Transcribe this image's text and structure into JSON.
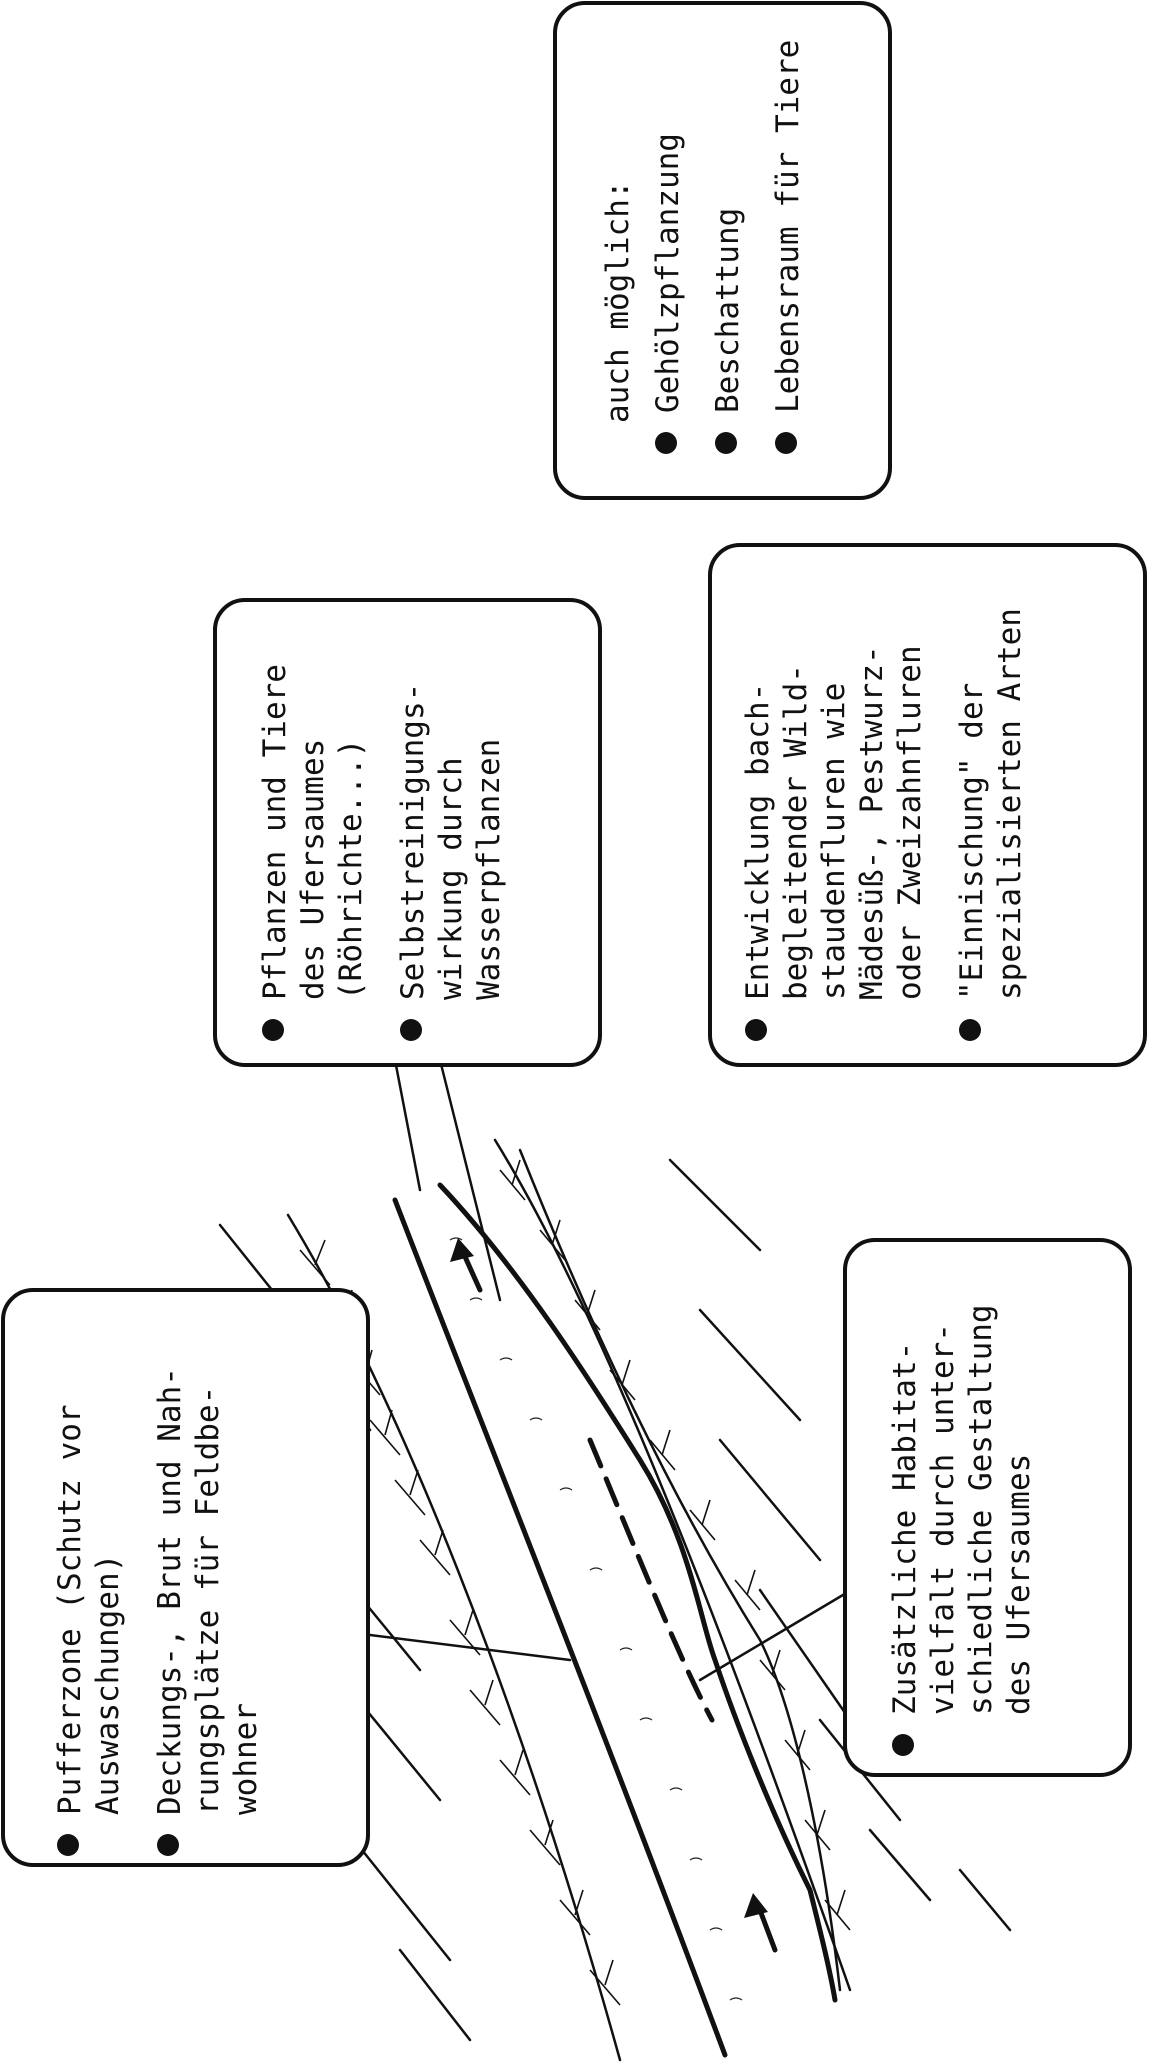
{
  "box_left": {
    "items": [
      {
        "lines": [
          "Pufferzone (Schutz vor",
          "Auswaschungen)"
        ]
      },
      {
        "lines": [
          "Deckungs-, Brut und Nah-",
          "rungsplätze für Feldbe-",
          "wohner"
        ]
      }
    ]
  },
  "box_ufersaum": {
    "items": [
      {
        "lines": [
          "Pflanzen und Tiere",
          "des Ufersaumes",
          "(Röhrichte...)"
        ]
      },
      {
        "lines": [
          "Selbstreinigungs-",
          "wirkung durch",
          "Wasserpflanzen"
        ]
      }
    ]
  },
  "box_habitat": {
    "items": [
      {
        "lines": [
          "Zusätzliche Habitat-",
          "vielfalt durch unter-",
          "schiedliche Gestaltung",
          "des Ufersaumes"
        ]
      }
    ]
  },
  "box_wildstauden": {
    "items": [
      {
        "lines": [
          "Entwicklung bach-",
          "begleitender Wild-",
          "staudenfluren wie",
          "Mädesüß-, Pestwurz-",
          "oder Zweizahnfluren"
        ]
      },
      {
        "lines": [
          "\"Einnischung\" der",
          "spezialisierten Arten"
        ]
      }
    ]
  },
  "box_optional": {
    "heading": "auch möglich:",
    "items": [
      {
        "lines": [
          "Gehölzpflanzung"
        ]
      },
      {
        "lines": [
          "Beschattung"
        ]
      },
      {
        "lines": [
          "Lebensraum für Tiere"
        ]
      }
    ]
  }
}
